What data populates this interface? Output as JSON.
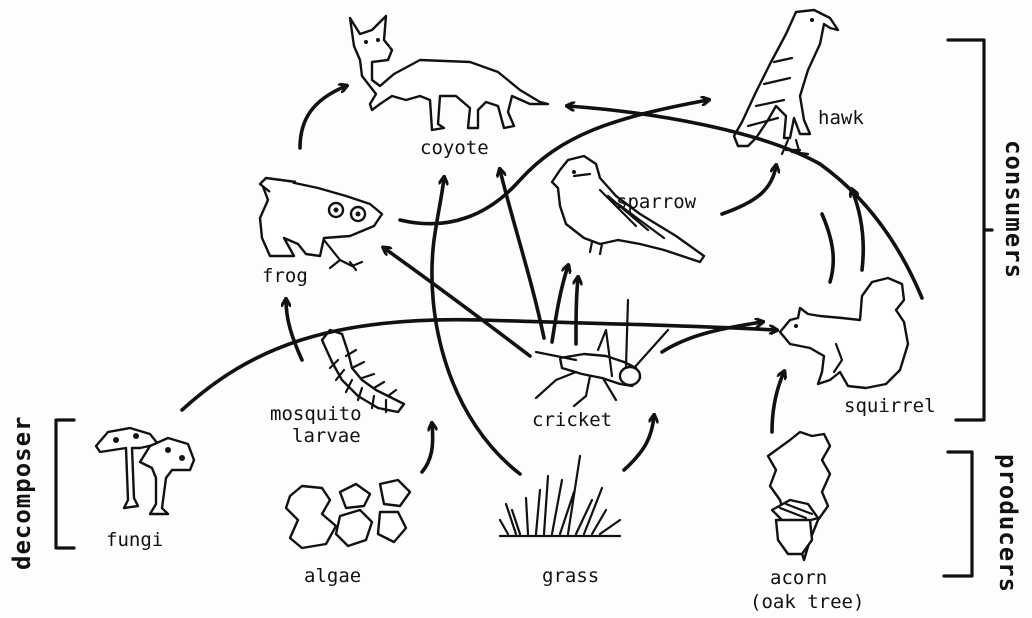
{
  "organisms": {
    "coyote": "coyote",
    "hawk": "hawk",
    "sparrow": "sparrow",
    "frog": "frog",
    "squirrel": "squirrel",
    "mosquito_line1": "mosquito",
    "mosquito_line2": "larvae",
    "cricket": "cricket",
    "fungi": "fungi",
    "algae": "algae",
    "grass": "grass",
    "acorn_line1": "acorn",
    "acorn_line2": "(oak tree)"
  },
  "groups": {
    "consumers": "consumers",
    "producers": "producers",
    "decomposer": "decomposer"
  }
}
